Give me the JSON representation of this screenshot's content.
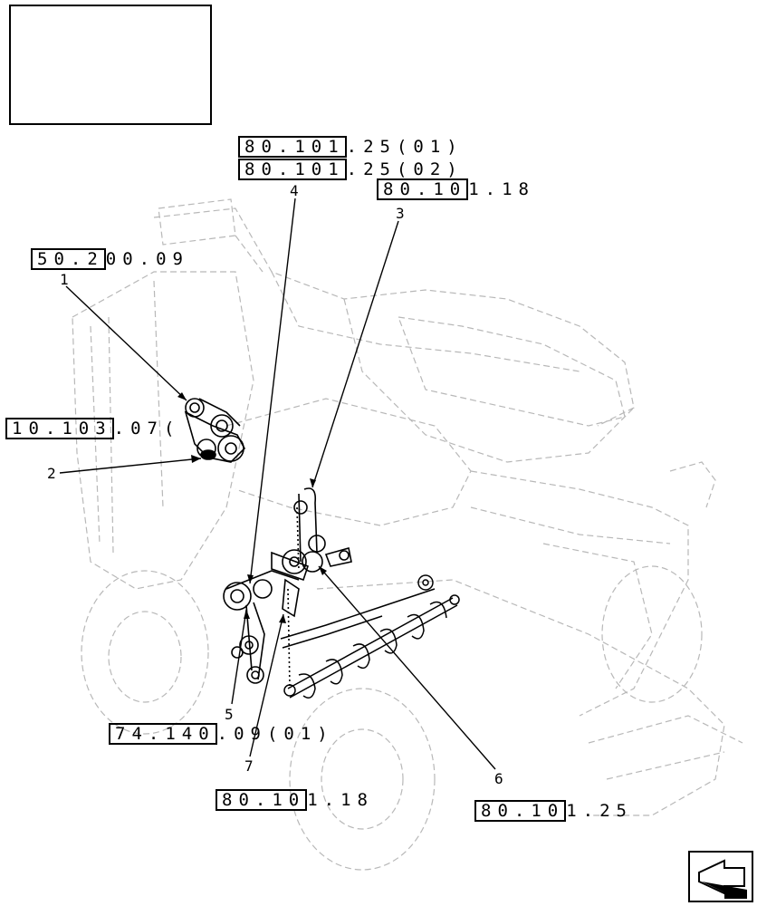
{
  "title_block": "",
  "references": [
    {
      "id": "ref-80-101-25-01",
      "boxed": "80.101",
      "rest": ".25(01)"
    },
    {
      "id": "ref-80-101-25-02",
      "boxed": "80.101",
      "rest": ".25(02)"
    },
    {
      "id": "ref-80-101-18-top",
      "boxed": "80.10",
      "rest": "1.18"
    },
    {
      "id": "ref-50-200-09",
      "boxed": "50.2",
      "rest": "00.09"
    },
    {
      "id": "ref-10-103-07",
      "boxed": "10.103",
      "rest": ".07("
    },
    {
      "id": "ref-74-140-09-01",
      "boxed": "74.140",
      "rest": ".09(01)"
    },
    {
      "id": "ref-80-101-18-bottom",
      "boxed": "80.10",
      "rest": "1.18"
    },
    {
      "id": "ref-80-101-25",
      "boxed": "80.10",
      "rest": "1.25"
    }
  ],
  "callouts": [
    "1",
    "2",
    "3",
    "4",
    "5",
    "6",
    "7"
  ],
  "nav_icon": "next-page-arrow-icon"
}
